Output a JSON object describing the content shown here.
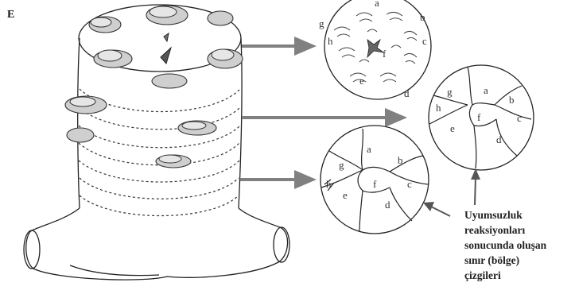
{
  "panel_letter": "E",
  "disc_top": {
    "labels": [
      "g",
      "a",
      "b",
      "h",
      "f",
      "c",
      "e",
      "d"
    ]
  },
  "disc_right": {
    "labels": [
      "g",
      "a",
      "b",
      "h",
      "c",
      "f",
      "e",
      "d"
    ]
  },
  "disc_bottom": {
    "labels": [
      "g",
      "a",
      "b",
      "h",
      "f",
      "c",
      "e",
      "d"
    ]
  },
  "caption": {
    "lines": [
      "Uyumsuzluk",
      "reaksiyonları",
      "sonucunda oluşan",
      "sınır (bölge)",
      "çizgileri"
    ]
  },
  "colors": {
    "ink": "#222222",
    "arrow": "#808080",
    "fungus": "#cfcfcf"
  }
}
